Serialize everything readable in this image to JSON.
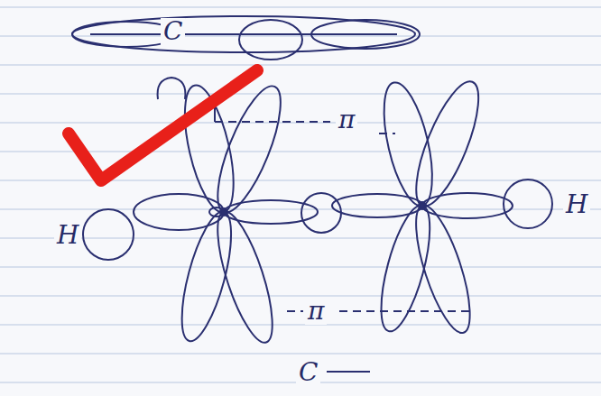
{
  "diagram": {
    "labels": [
      "C",
      "π",
      "H",
      "H",
      "π",
      "C"
    ]
  }
}
